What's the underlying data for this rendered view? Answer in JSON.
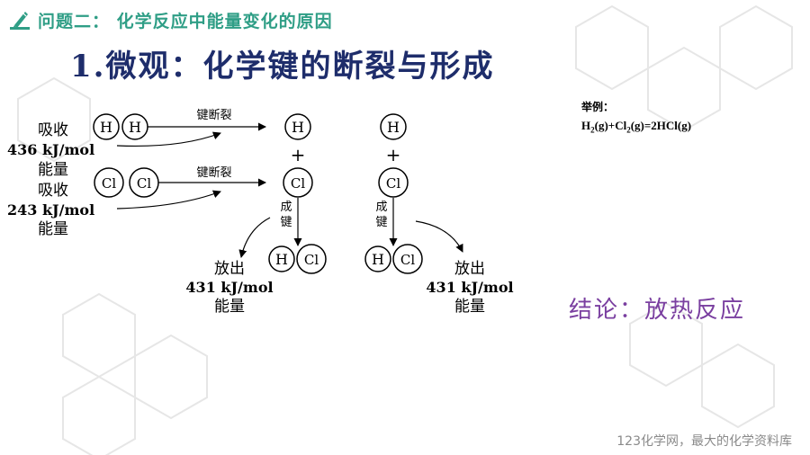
{
  "header": {
    "title": "问题二： 化学反应中能量变化的原因",
    "icon": "pencil-icon",
    "accent": "#2f9e86"
  },
  "main_title": "1.微观：化学键的断裂与形成",
  "diagram": {
    "atoms": {
      "h": "H",
      "cl": "Cl"
    },
    "break_label": "键断裂",
    "form_label_1": "成",
    "form_label_2": "键",
    "plus": "+",
    "absorb": "吸收",
    "release": "放出",
    "energy_word": "能量",
    "hh_energy": "436 kJ/mol",
    "clcl_energy": "243 kJ/mol",
    "hcl_energy": "431 kJ/mol"
  },
  "example": {
    "label": "举例：",
    "eq_h": "H",
    "eq_sub2": "2",
    "eq_g_plus_cl": "(g)+Cl",
    "eq_rest": "(g)=2HCl(g)"
  },
  "conclusion": "结论：放热反应",
  "footer": "123化学网，最大的化学资料库",
  "colors": {
    "title": "#1e2d6b",
    "conclusion": "#7a3fa0",
    "footer": "#8a8a8a"
  }
}
